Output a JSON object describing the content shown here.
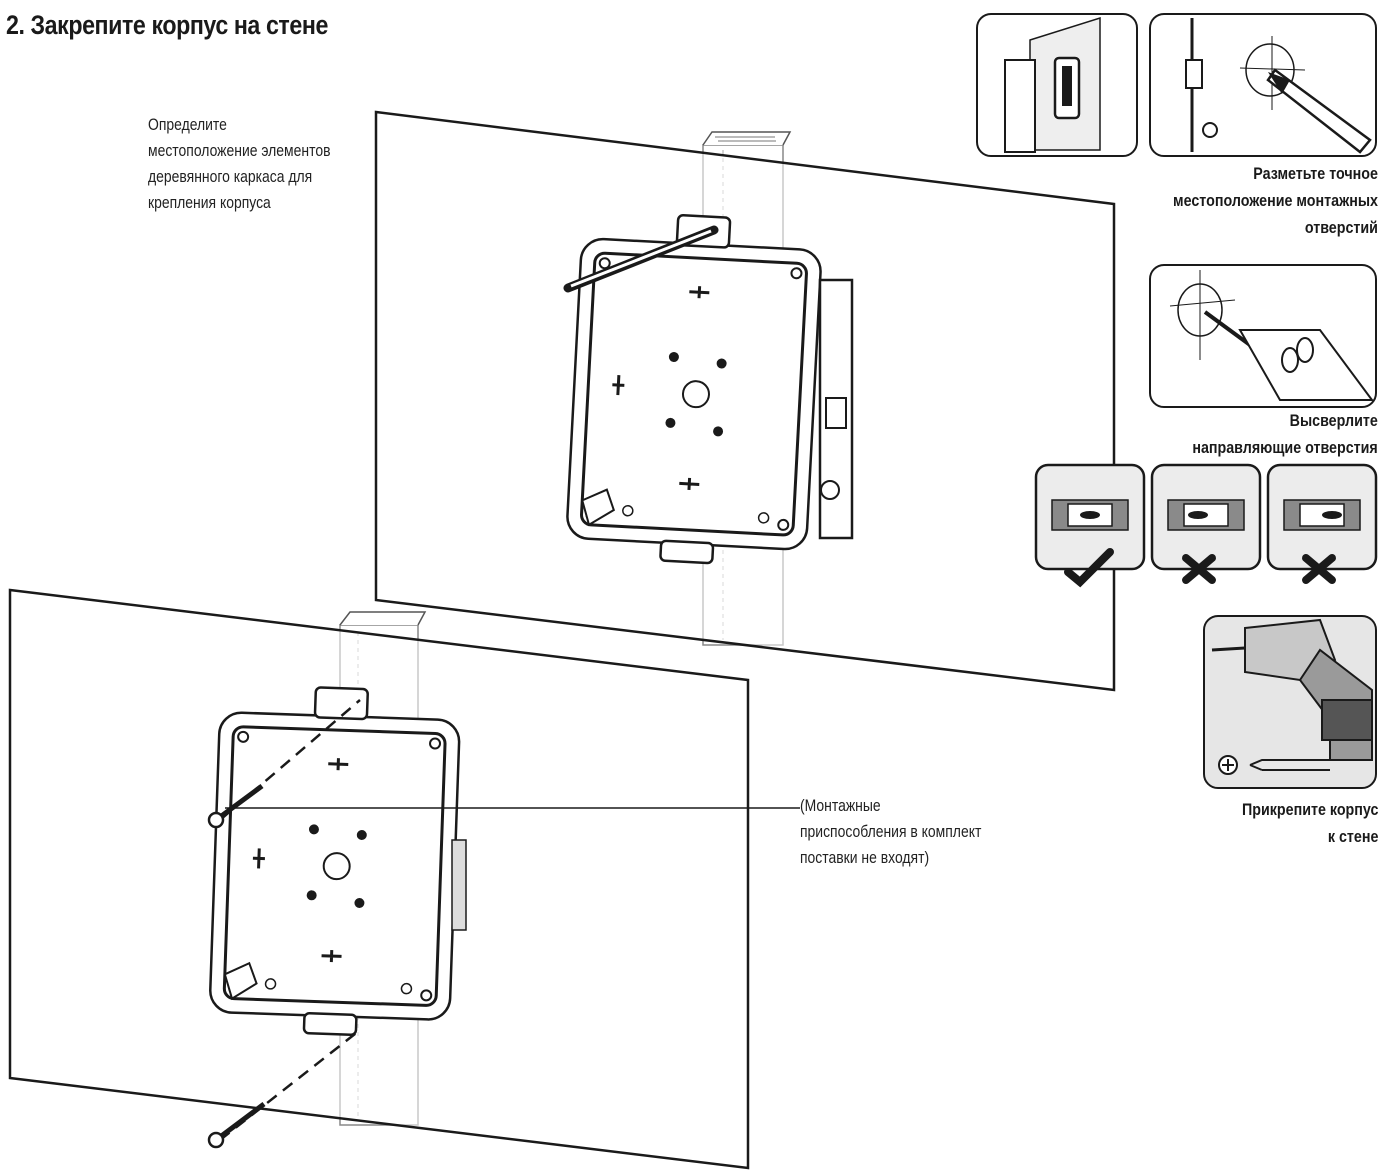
{
  "title": "2. Закрепите корпус на стене",
  "notes": {
    "framing": "Определите\nместоположение элементов\nдеревянного каркаса для\nкрепления корпуса",
    "hardware": "(Монтажные\nприспособления в комплект\nпоставки не входят)"
  },
  "steps": [
    {
      "caption": "Разметьте точное\nместоположение монтажных\nотверстий",
      "icon": "pencil-mark-icon"
    },
    {
      "caption": "Высверлите\nнаправляющие отверстия",
      "icon": "drill-bit-icon"
    },
    {
      "caption": "Прикрепите корпус\nк стене",
      "icon": "power-drill-icon"
    }
  ],
  "level_checks": [
    {
      "state": "correct",
      "mark": "check-icon"
    },
    {
      "state": "incorrect",
      "mark": "cross-icon"
    },
    {
      "state": "incorrect",
      "mark": "cross-icon"
    }
  ],
  "colors": {
    "line": "#1a1a1a",
    "panel": "#e9e9e9",
    "level_body": "#8a8a8a"
  }
}
